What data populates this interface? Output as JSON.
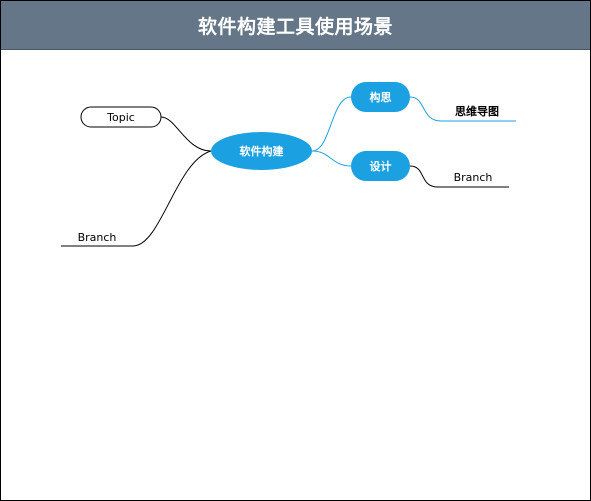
{
  "title": "软件构建工具使用场景",
  "mindmap": {
    "root": {
      "label": "软件构建"
    },
    "left_topic": {
      "label": "Topic"
    },
    "left_branch": {
      "label": "Branch"
    },
    "right_node_1": {
      "label": "构思"
    },
    "right_node_1_child": {
      "label": "思维导图"
    },
    "right_node_2": {
      "label": "设计"
    },
    "right_node_2_child": {
      "label": "Branch"
    }
  },
  "colors": {
    "title_bar": "#647687",
    "node_fill": "#1ba1e2",
    "connector_right": "#1ba1e2",
    "connector_left": "#000000"
  }
}
